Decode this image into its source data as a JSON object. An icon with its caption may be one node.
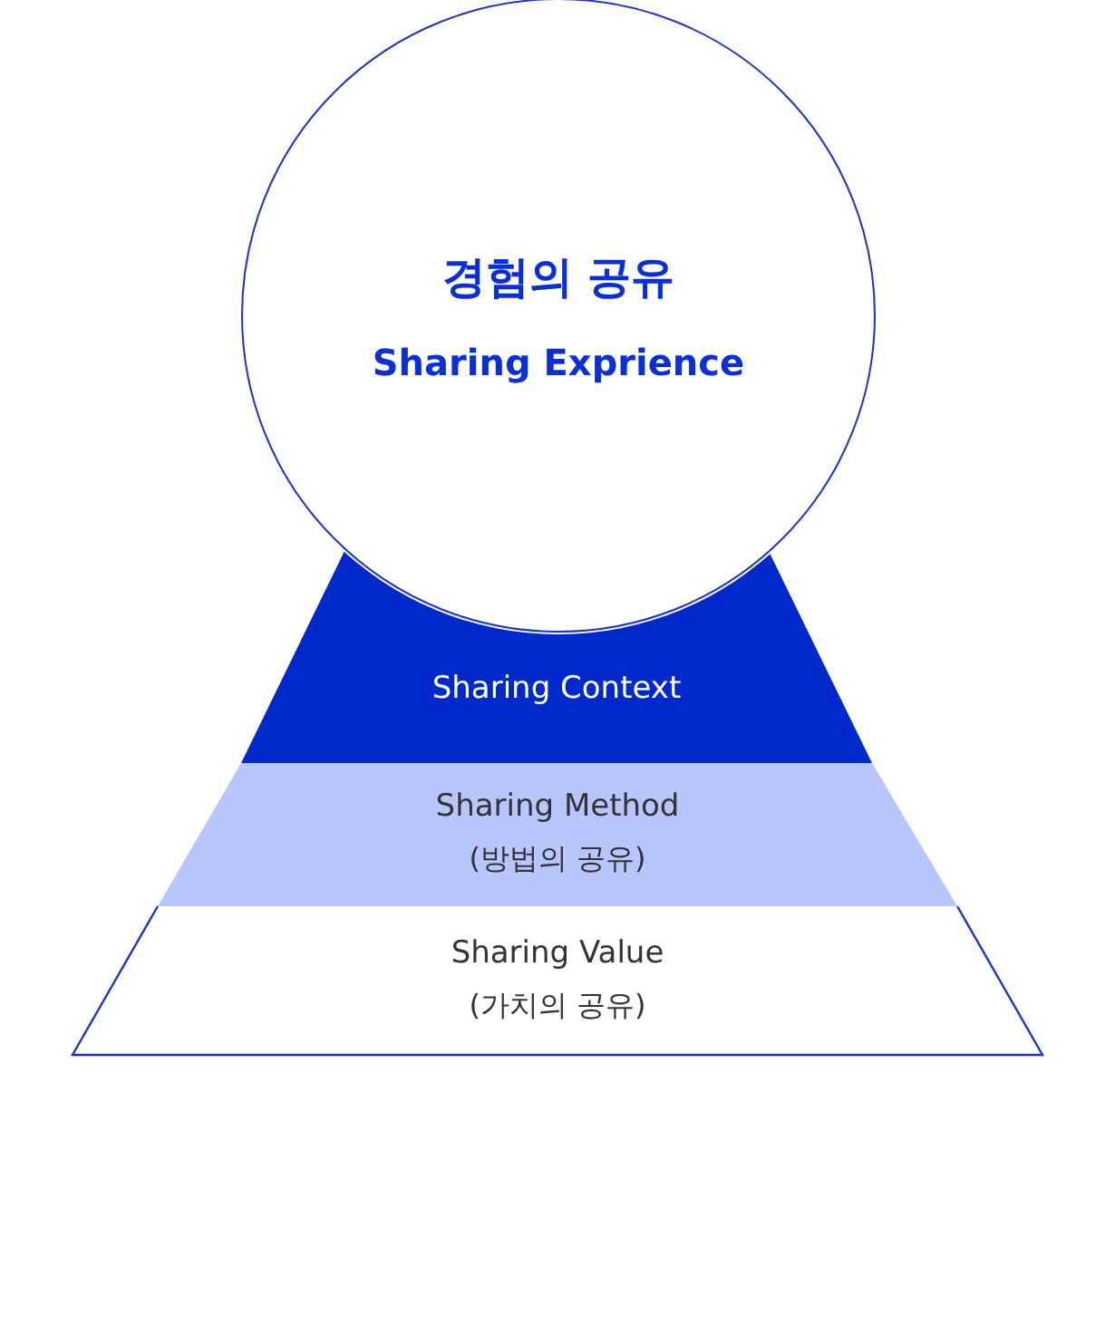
{
  "diagram": {
    "nodes": [
      {
        "text": [
          "경험의 공유",
          "Sharing Exprience"
        ]
      },
      {
        "text": [
          "Sharing Context"
        ]
      },
      {
        "text": [
          "Sharing Method",
          "(방법의 공유)"
        ]
      },
      {
        "text": [
          "Sharing Value",
          "(가치의 공유)"
        ]
      }
    ]
  }
}
